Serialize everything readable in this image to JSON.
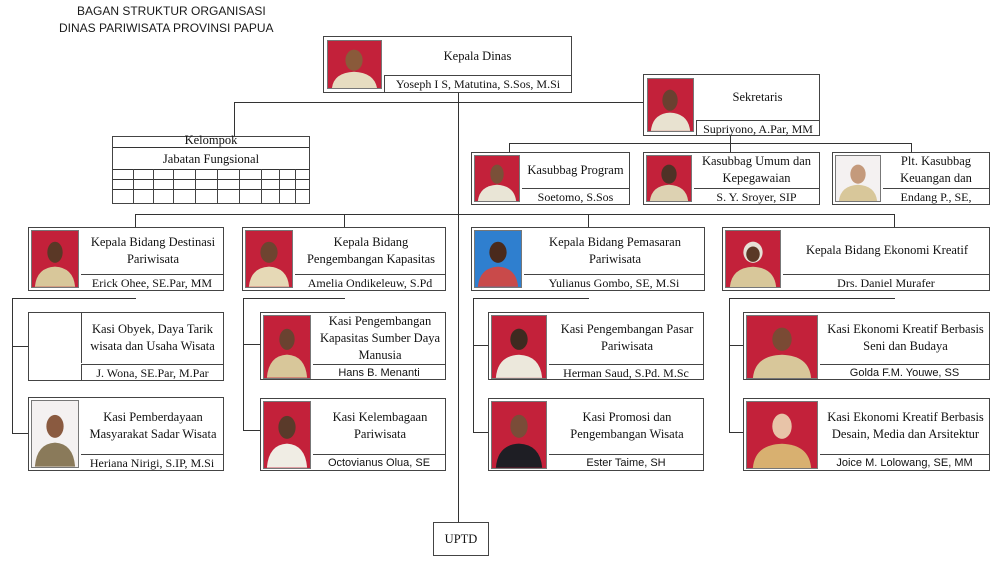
{
  "header": {
    "line1": "BAGAN STRUKTUR ORGANISASI",
    "line2": "DINAS PARIWISATA PROVINSI PAPUA"
  },
  "kepala": {
    "title": "Kepala Dinas",
    "name": "Yoseph I S, Matutina, S.Sos, M.Si"
  },
  "sekretaris": {
    "title": "Sekretaris",
    "name": "Supriyono, A.Par, MM"
  },
  "kelompok": {
    "line1": "Kelompok",
    "line2": "Jabatan Fungsional"
  },
  "kasubbag": [
    {
      "title": "Kasubbag Program",
      "name": "Soetomo, S.Sos"
    },
    {
      "title": "Kasubbag Umum dan Kepegawaian",
      "name": "S. Y. Sroyer, SIP"
    },
    {
      "title": "Plt. Kasubbag Keuangan dan",
      "name": "Endang P., SE,"
    }
  ],
  "bidang": [
    {
      "title": "Kepala Bidang Destinasi Pariwisata",
      "name": "Erick Ohee, SE.Par, MM"
    },
    {
      "title": "Kepala Bidang Pengembangan Kapasitas",
      "name": "Amelia Ondikeleuw, S.Pd"
    },
    {
      "title": "Kepala Bidang Pemasaran Pariwisata",
      "name": "Yulianus Gombo, SE, M.Si"
    },
    {
      "title": "Kepala Bidang Ekonomi Kreatif",
      "name": "Drs. Daniel Murafer"
    }
  ],
  "kasi": [
    {
      "title": "Kasi Obyek, Daya Tarik wisata dan Usaha Wisata",
      "name": "J. Wona, SE.Par, M.Par"
    },
    {
      "title": "Kasi Pemberdayaan Masyarakat Sadar Wisata",
      "name": "Heriana Nirigi, S.IP, M.Si"
    },
    {
      "title": "Kasi Pengembangan Kapasitas Sumber Daya Manusia",
      "name": "Hans B. Menanti"
    },
    {
      "title": "Kasi Kelembagaan Pariwisata",
      "name": "Octovianus Olua, SE"
    },
    {
      "title": "Kasi Pengembangan Pasar Pariwisata",
      "name": "Herman Saud, S.Pd. M.Sc"
    },
    {
      "title": "Kasi Promosi dan Pengembangan Wisata",
      "name": "Ester  Taime, SH"
    },
    {
      "title": "Kasi Ekonomi Kreatif Berbasis Seni dan Budaya",
      "name": "Golda F.M. Youwe, SS"
    },
    {
      "title": "Kasi Ekonomi Kreatif Berbasis Desain, Media dan Arsitektur",
      "name": "Joice M. Lolowang, SE, MM"
    }
  ],
  "uptd": {
    "label": "UPTD"
  },
  "colors": {
    "photo_red": "#c3213a",
    "photo_blue": "#2f7fcf",
    "uniform": "#d8c79a",
    "line": "#333333"
  }
}
